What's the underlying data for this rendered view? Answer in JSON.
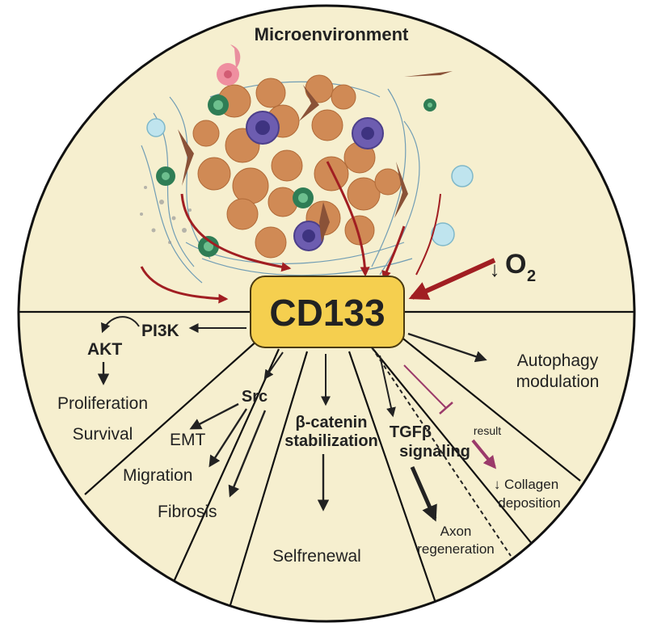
{
  "title": "Microenvironment",
  "center": "CD133",
  "oxygen": {
    "symbol": "O",
    "subscript": "2",
    "arrow": "↓"
  },
  "pathways": {
    "pi3k": "PI3K",
    "akt": "AKT",
    "proliferation": "Proliferation",
    "survival": "Survival",
    "src": "Src",
    "emt": "EMT",
    "migration": "Migration",
    "fibrosis": "Fibrosis",
    "bcat_line1": "β-catenin",
    "bcat_line2": "stabilization",
    "selfrenewal": "Selfrenewal",
    "tgfb_line1": "TGFβ",
    "tgfb_line2": "signaling",
    "axon_line1": "Axon",
    "axon_line2": "regeneration",
    "result": "result",
    "collagen_line1": "↓ Collagen",
    "collagen_line2": "deposition",
    "autophagy_line1": "Autophagy",
    "autophagy_line2": "modulation"
  },
  "colors": {
    "background": "#f6efcf",
    "circle_border": "#111111",
    "cd133_fill": "#f5cf4f",
    "cd133_border": "#4a3a10",
    "red_arrow": "#a11e22",
    "tumor_cell": "#d08a55",
    "immune_cell": "#6d5db0",
    "green_cell": "#2f7d55",
    "fibroblast": "#8a5238",
    "magenta_arrow": "#9b3a6a",
    "fibers": "#5a8fb0"
  },
  "icons": [
    "tumor-cell-icon",
    "immune-cell-icon",
    "fibroblast-icon",
    "virus-particle-icon",
    "inhibition-arrow-icon"
  ]
}
